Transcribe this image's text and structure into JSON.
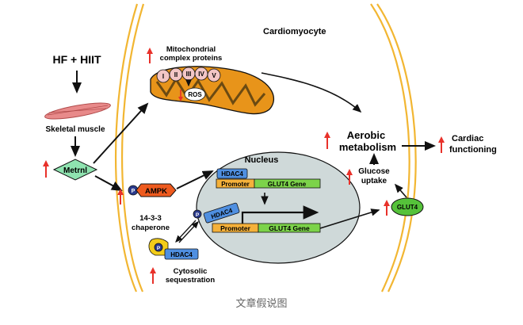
{
  "diagram": {
    "cell_label": "Cardiomyocyte",
    "input_label": "HF + HIIT",
    "skeletal_muscle_label": "Skeletal muscle",
    "metrnl_label": "Metrnl",
    "mito_label_line1": "Mitochondrial",
    "mito_label_line2": "complex proteins",
    "complexes": [
      "I",
      "II",
      "III",
      "IV",
      "V"
    ],
    "ros_label": "ROS",
    "ampk_label": "AMPK",
    "phospho_label": "P",
    "nucleus_label": "Nucleus",
    "hdac4_label": "HDAC4",
    "promoter_label": "Promoter",
    "glut4_gene_label": "GLUT4 Gene",
    "glut4_label": "GLUT4",
    "glucose_uptake_line1": "Glucose",
    "glucose_uptake_line2": "uptake",
    "aerobic_line1": "Aerobic",
    "aerobic_line2": "metabolism",
    "cardiac_line1": "Cardiac",
    "cardiac_line2": "functioning",
    "chaperone_line1": "14-3-3",
    "chaperone_line2": "chaperone",
    "cytosolic_line1": "Cytosolic",
    "cytosolic_line2": "sequestration"
  },
  "colors": {
    "membrane": "#f2b632",
    "mito_outer": "#e8941a",
    "mito_inner": "#6b4a12",
    "complex_fill": "#f3c6c6",
    "metrnl_fill": "#8fe3b0",
    "ampk_fill": "#ee5a1e",
    "nucleus_fill": "#cfd9d9",
    "hdac4_fill": "#4f8fe0",
    "promoter_fill": "#f5b13a",
    "gene_fill": "#7cd34a",
    "glut4_fill": "#55c23a",
    "up_arrow": "#e8312a",
    "chaperone_fill": "#f2cc1a"
  },
  "caption": "文章假说图"
}
